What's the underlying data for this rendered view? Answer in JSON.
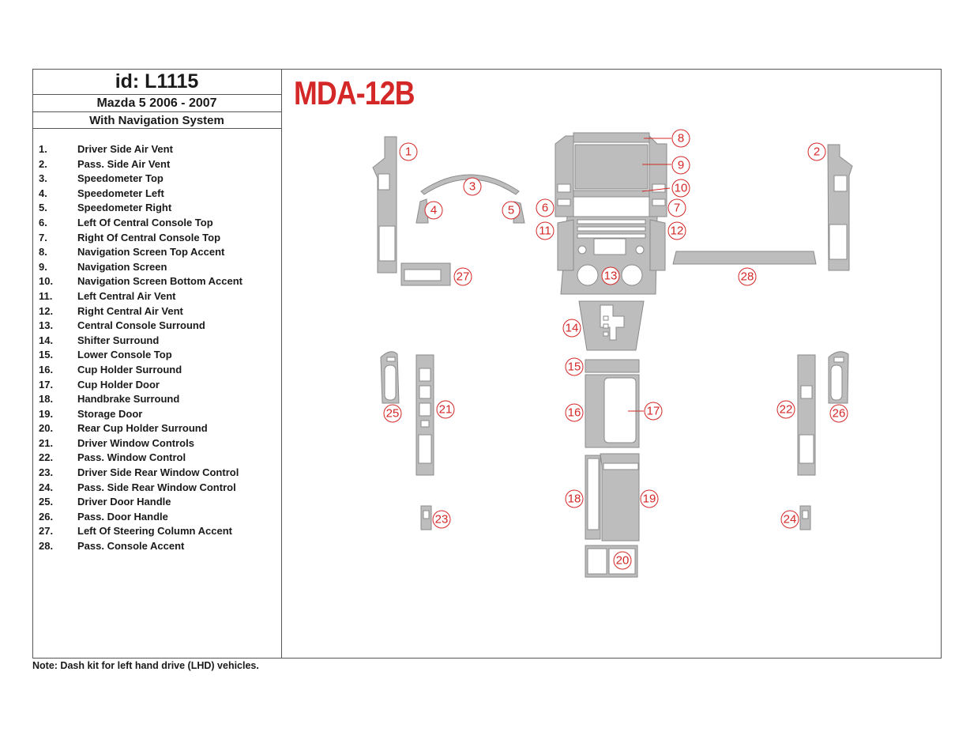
{
  "header": {
    "id_label": "id: L1115",
    "model": "Mazda 5 2006 - 2007",
    "subtitle": "With Navigation System"
  },
  "kit_code": "MDA-12B",
  "parts": [
    {
      "num": "1.",
      "label": "Driver Side Air Vent"
    },
    {
      "num": "2.",
      "label": "Pass. Side Air Vent"
    },
    {
      "num": "3.",
      "label": "Speedometer Top"
    },
    {
      "num": "4.",
      "label": "Speedometer Left"
    },
    {
      "num": "5.",
      "label": "Speedometer Right"
    },
    {
      "num": "6.",
      "label": "Left Of Central Console Top"
    },
    {
      "num": "7.",
      "label": "Right Of Central Console Top"
    },
    {
      "num": "8.",
      "label": "Navigation Screen Top Accent"
    },
    {
      "num": "9.",
      "label": "Navigation Screen"
    },
    {
      "num": "10.",
      "label": "Navigation Screen Bottom Accent"
    },
    {
      "num": "11.",
      "label": "Left Central Air Vent"
    },
    {
      "num": "12.",
      "label": "Right Central Air Vent"
    },
    {
      "num": "13.",
      "label": "Central Console Surround"
    },
    {
      "num": "14.",
      "label": "Shifter Surround"
    },
    {
      "num": "15.",
      "label": "Lower Console Top"
    },
    {
      "num": "16.",
      "label": "Cup Holder Surround"
    },
    {
      "num": "17.",
      "label": "Cup Holder Door"
    },
    {
      "num": "18.",
      "label": "Handbrake Surround"
    },
    {
      "num": "19.",
      "label": "Storage Door"
    },
    {
      "num": "20.",
      "label": "Rear Cup Holder Surround"
    },
    {
      "num": "21.",
      "label": "Driver Window Controls"
    },
    {
      "num": "22.",
      "label": "Pass. Window Control"
    },
    {
      "num": "23.",
      "label": "Driver Side Rear Window Control"
    },
    {
      "num": "24.",
      "label": "Pass. Side Rear Window Control"
    },
    {
      "num": "25.",
      "label": "Driver Door Handle"
    },
    {
      "num": "26.",
      "label": "Pass. Door Handle"
    },
    {
      "num": "27.",
      "label": "Left Of Steering Column Accent"
    },
    {
      "num": "28.",
      "label": "Pass. Console Accent"
    }
  ],
  "callouts": [
    "1",
    "2",
    "3",
    "4",
    "5",
    "6",
    "7",
    "8",
    "9",
    "10",
    "11",
    "12",
    "13",
    "14",
    "15",
    "16",
    "17",
    "18",
    "19",
    "20",
    "21",
    "22",
    "23",
    "24",
    "25",
    "26",
    "27",
    "28"
  ],
  "note": "Note: Dash kit for left hand drive (LHD)  vehicles.",
  "colors": {
    "accent": "#d42727",
    "part_fill": "#bdbdbd",
    "border": "#555555"
  }
}
